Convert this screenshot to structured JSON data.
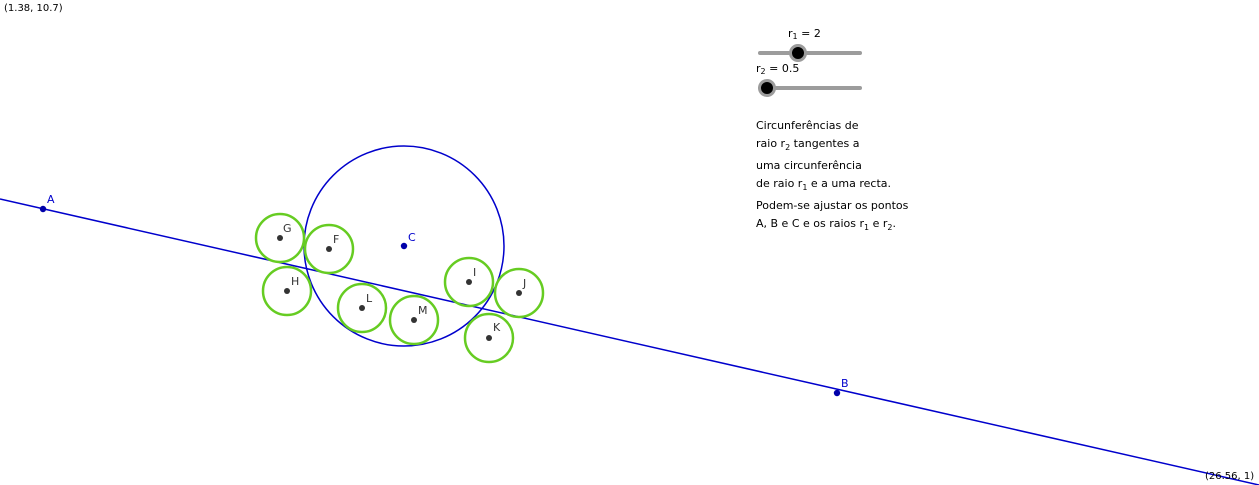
{
  "corners": {
    "top_left": "(1.38, 10.7)",
    "bottom_right": "(26.56, 1)"
  },
  "sliders": {
    "r1": {
      "name": "r",
      "sub": "1",
      "value_text": " = 2",
      "value": 2,
      "fraction": 0.38
    },
    "r2": {
      "name": "r",
      "sub": "2",
      "value_text": " = 0.5",
      "value": 0.5,
      "fraction": 0.09
    }
  },
  "description": {
    "line1": "Circunferências de",
    "line2_a": "raio r",
    "line2_sub": "2",
    "line2_b": " tangentes a",
    "line3": "uma circunferência",
    "line4_a": "de raio r",
    "line4_sub": "1",
    "line4_b": " e a uma recta.",
    "line5": "Podem-se ajustar os pontos",
    "line6_a": "A, B e C e os raios r",
    "line6_sub1": "1",
    "line6_b": " e r",
    "line6_sub2": "2",
    "line6_c": "."
  },
  "points": {
    "A": "A",
    "B": "B",
    "C": "C",
    "F": "F",
    "G": "G",
    "H": "H",
    "I": "I",
    "J": "J",
    "K": "K",
    "L": "L",
    "M": "M"
  },
  "colors": {
    "line": "#0000cc",
    "big_circle": "#0000cc",
    "small_circles": "#66cc22",
    "points_dark": "#333333",
    "slider_track": "#9c9c9c"
  }
}
